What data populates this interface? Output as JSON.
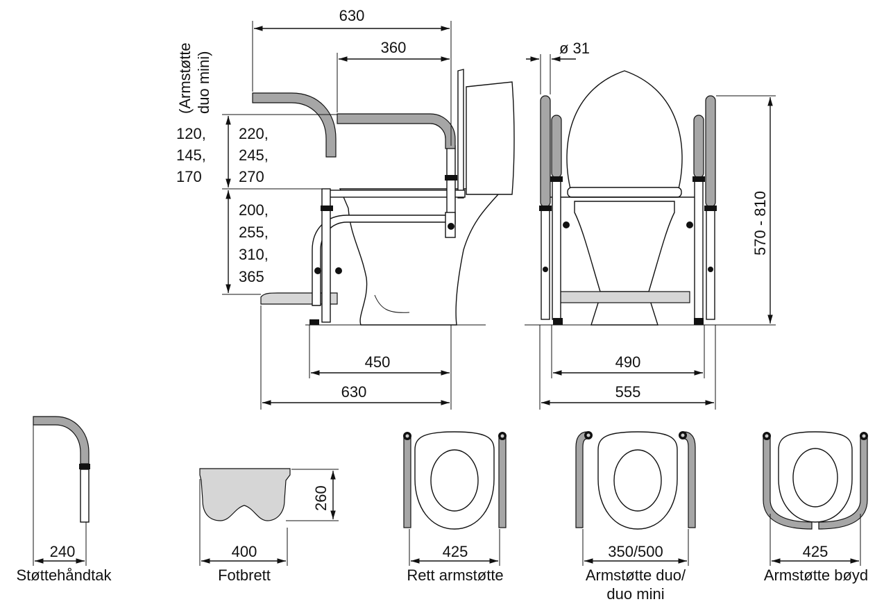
{
  "side_view": {
    "top_width": "630",
    "armrest_length": "360",
    "armrest_heights_left": [
      "120,",
      "145,",
      "170"
    ],
    "armrest_heights_right": [
      "220,",
      "245,",
      "270"
    ],
    "seat_heights": [
      "200,",
      "255,",
      "310,",
      "365"
    ],
    "bottom_width_1": "450",
    "bottom_width_2": "630",
    "vertical_note": "(Armstøtte duo mini)"
  },
  "front_view": {
    "tube_diameter": "ø 31",
    "height_range": "570 - 810",
    "inner_width": "490",
    "outer_width": "555"
  },
  "accessories": [
    {
      "dimension": "240",
      "caption": "Støttehåndtak"
    },
    {
      "dimension": "400",
      "dimension_2": "260",
      "caption": "Fotbrett"
    },
    {
      "dimension": "425",
      "caption": "Rett armstøtte"
    },
    {
      "dimension": "350/500",
      "caption": "Armstøtte duo/",
      "caption_2": "duo mini"
    },
    {
      "dimension": "425",
      "caption": "Armstøtte bøyd"
    }
  ]
}
